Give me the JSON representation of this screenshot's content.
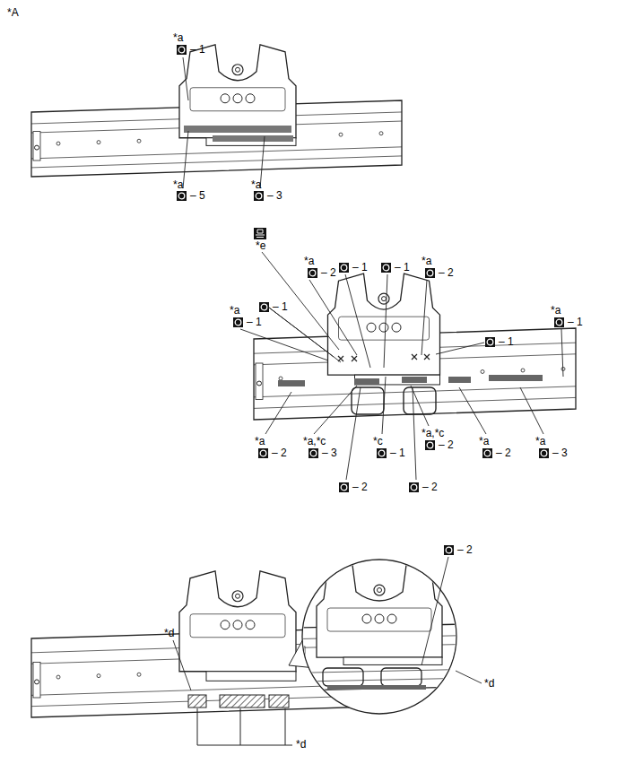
{
  "diagram": {
    "labels": [
      "*A",
      "*a",
      "– 1",
      "*a",
      "– 5",
      "*a",
      "– 3",
      "*e",
      "– 1",
      "– 1",
      "*a",
      "– 2",
      "*a",
      "– 2",
      "– 1",
      "*a",
      "– 1",
      "– 1",
      "*a",
      "– 1",
      "*a",
      "– 2",
      "*a,*c",
      "– 3",
      "*c",
      "– 1",
      "*a,*c",
      "– 2",
      "*a",
      "– 2",
      "*a",
      "– 3",
      "– 2",
      "– 2",
      "– 2",
      "*d",
      "*d",
      "*d"
    ]
  }
}
